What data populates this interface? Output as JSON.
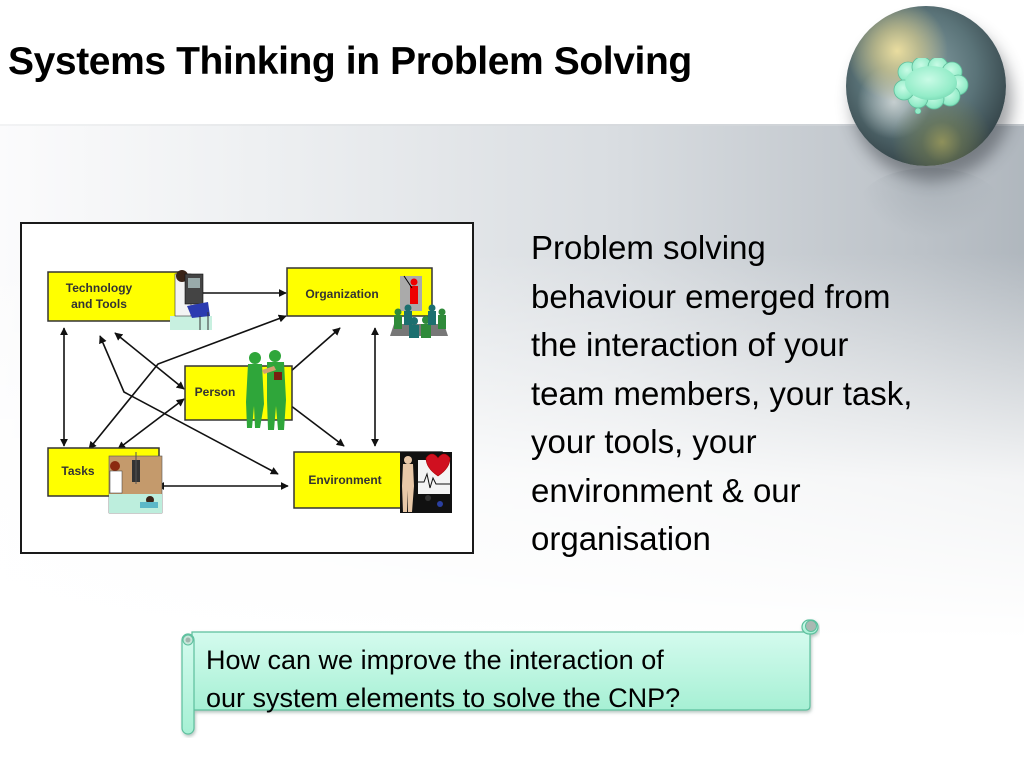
{
  "slide": {
    "title": "Systems Thinking in Problem Solving",
    "decoration": {
      "globe_icon": "globe-with-thought-cloud",
      "cloud_color": "#9ef0cf"
    }
  },
  "diagram": {
    "nodes": [
      {
        "id": "technology",
        "label_line1": "Technology",
        "label_line2": "and Tools",
        "fill": "#ffff00"
      },
      {
        "id": "organization",
        "label": "Organization",
        "fill": "#ffff00"
      },
      {
        "id": "person",
        "label": "Person",
        "fill": "#ffff00"
      },
      {
        "id": "tasks",
        "label": "Tasks",
        "fill": "#ffff00"
      },
      {
        "id": "environment",
        "label": "Environment",
        "fill": "#ffff00"
      }
    ],
    "edges": [
      [
        "technology",
        "organization"
      ],
      [
        "technology",
        "tasks"
      ],
      [
        "technology",
        "person"
      ],
      [
        "technology",
        "environment"
      ],
      [
        "organization",
        "tasks"
      ],
      [
        "organization",
        "person"
      ],
      [
        "organization",
        "environment"
      ],
      [
        "person",
        "tasks"
      ],
      [
        "person",
        "environment"
      ],
      [
        "tasks",
        "environment"
      ]
    ]
  },
  "body": {
    "lines": [
      "Problem solving",
      "behaviour emerged from",
      "the interaction of your",
      "team members, your task,",
      "your tools, your",
      "environment & our",
      "organisation"
    ]
  },
  "callout": {
    "line1": "How can we improve the interaction of",
    "line2": "our system elements to solve the CNP?",
    "fill": "#b9f5de"
  }
}
